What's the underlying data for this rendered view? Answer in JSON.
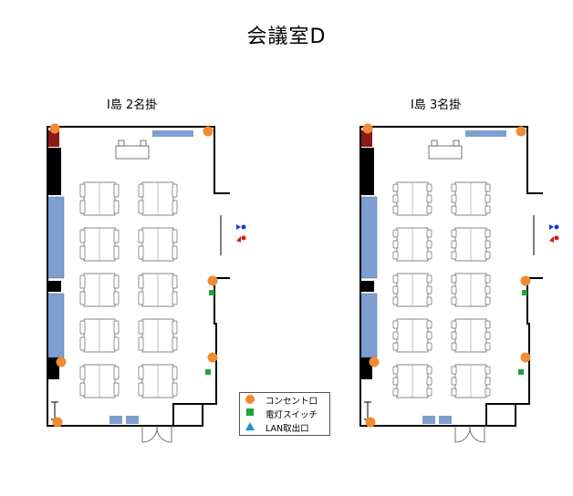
{
  "title": "会議室D",
  "plans": [
    {
      "label": "I島  2名掛"
    },
    {
      "label": "I島  3名掛"
    }
  ],
  "legend": {
    "items": [
      {
        "label": "コンセント口",
        "symbol": "circle",
        "color": "#F08A33"
      },
      {
        "label": "電灯スイッチ",
        "symbol": "square",
        "color": "#1FA23A"
      },
      {
        "label": "LAN取出口",
        "symbol": "triangle",
        "color": "#1E90D8"
      }
    ]
  },
  "colors": {
    "outlet": "#F08A33",
    "switch": "#1FA23A",
    "bench": "#7E9FD0",
    "dark_red": "#8B1A1A",
    "wall": "#000000"
  },
  "icons": [
    "restroom-icon",
    "door-swing-icon"
  ]
}
